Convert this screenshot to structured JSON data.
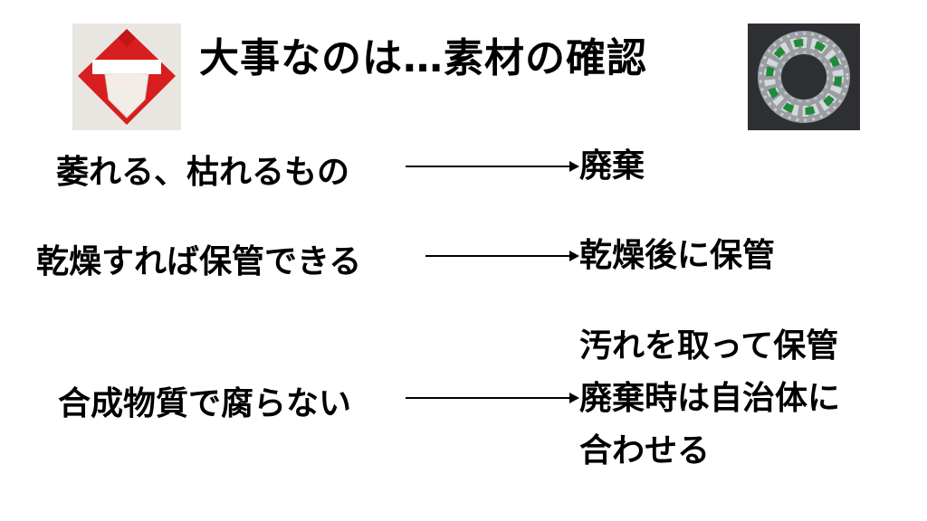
{
  "title": "大事なのは…素材の確認",
  "images": {
    "left": "santa-origami-image",
    "right": "tinsel-wreath-image"
  },
  "rows": [
    {
      "condition": "萎れる、枯れるもの",
      "result_lines": [
        "廃棄"
      ]
    },
    {
      "condition": "乾燥すれば保管できる",
      "result_lines": [
        "乾燥後に保管"
      ]
    },
    {
      "condition": "合成物質で腐らない",
      "result_lines": [
        "汚れを取って保管",
        "廃棄時は自治体に",
        "合わせる"
      ]
    }
  ],
  "colors": {
    "origami_red": "#d81e1e",
    "wreath_green": "#1f8a3a",
    "tinsel_silver": "#c9ccd0"
  }
}
